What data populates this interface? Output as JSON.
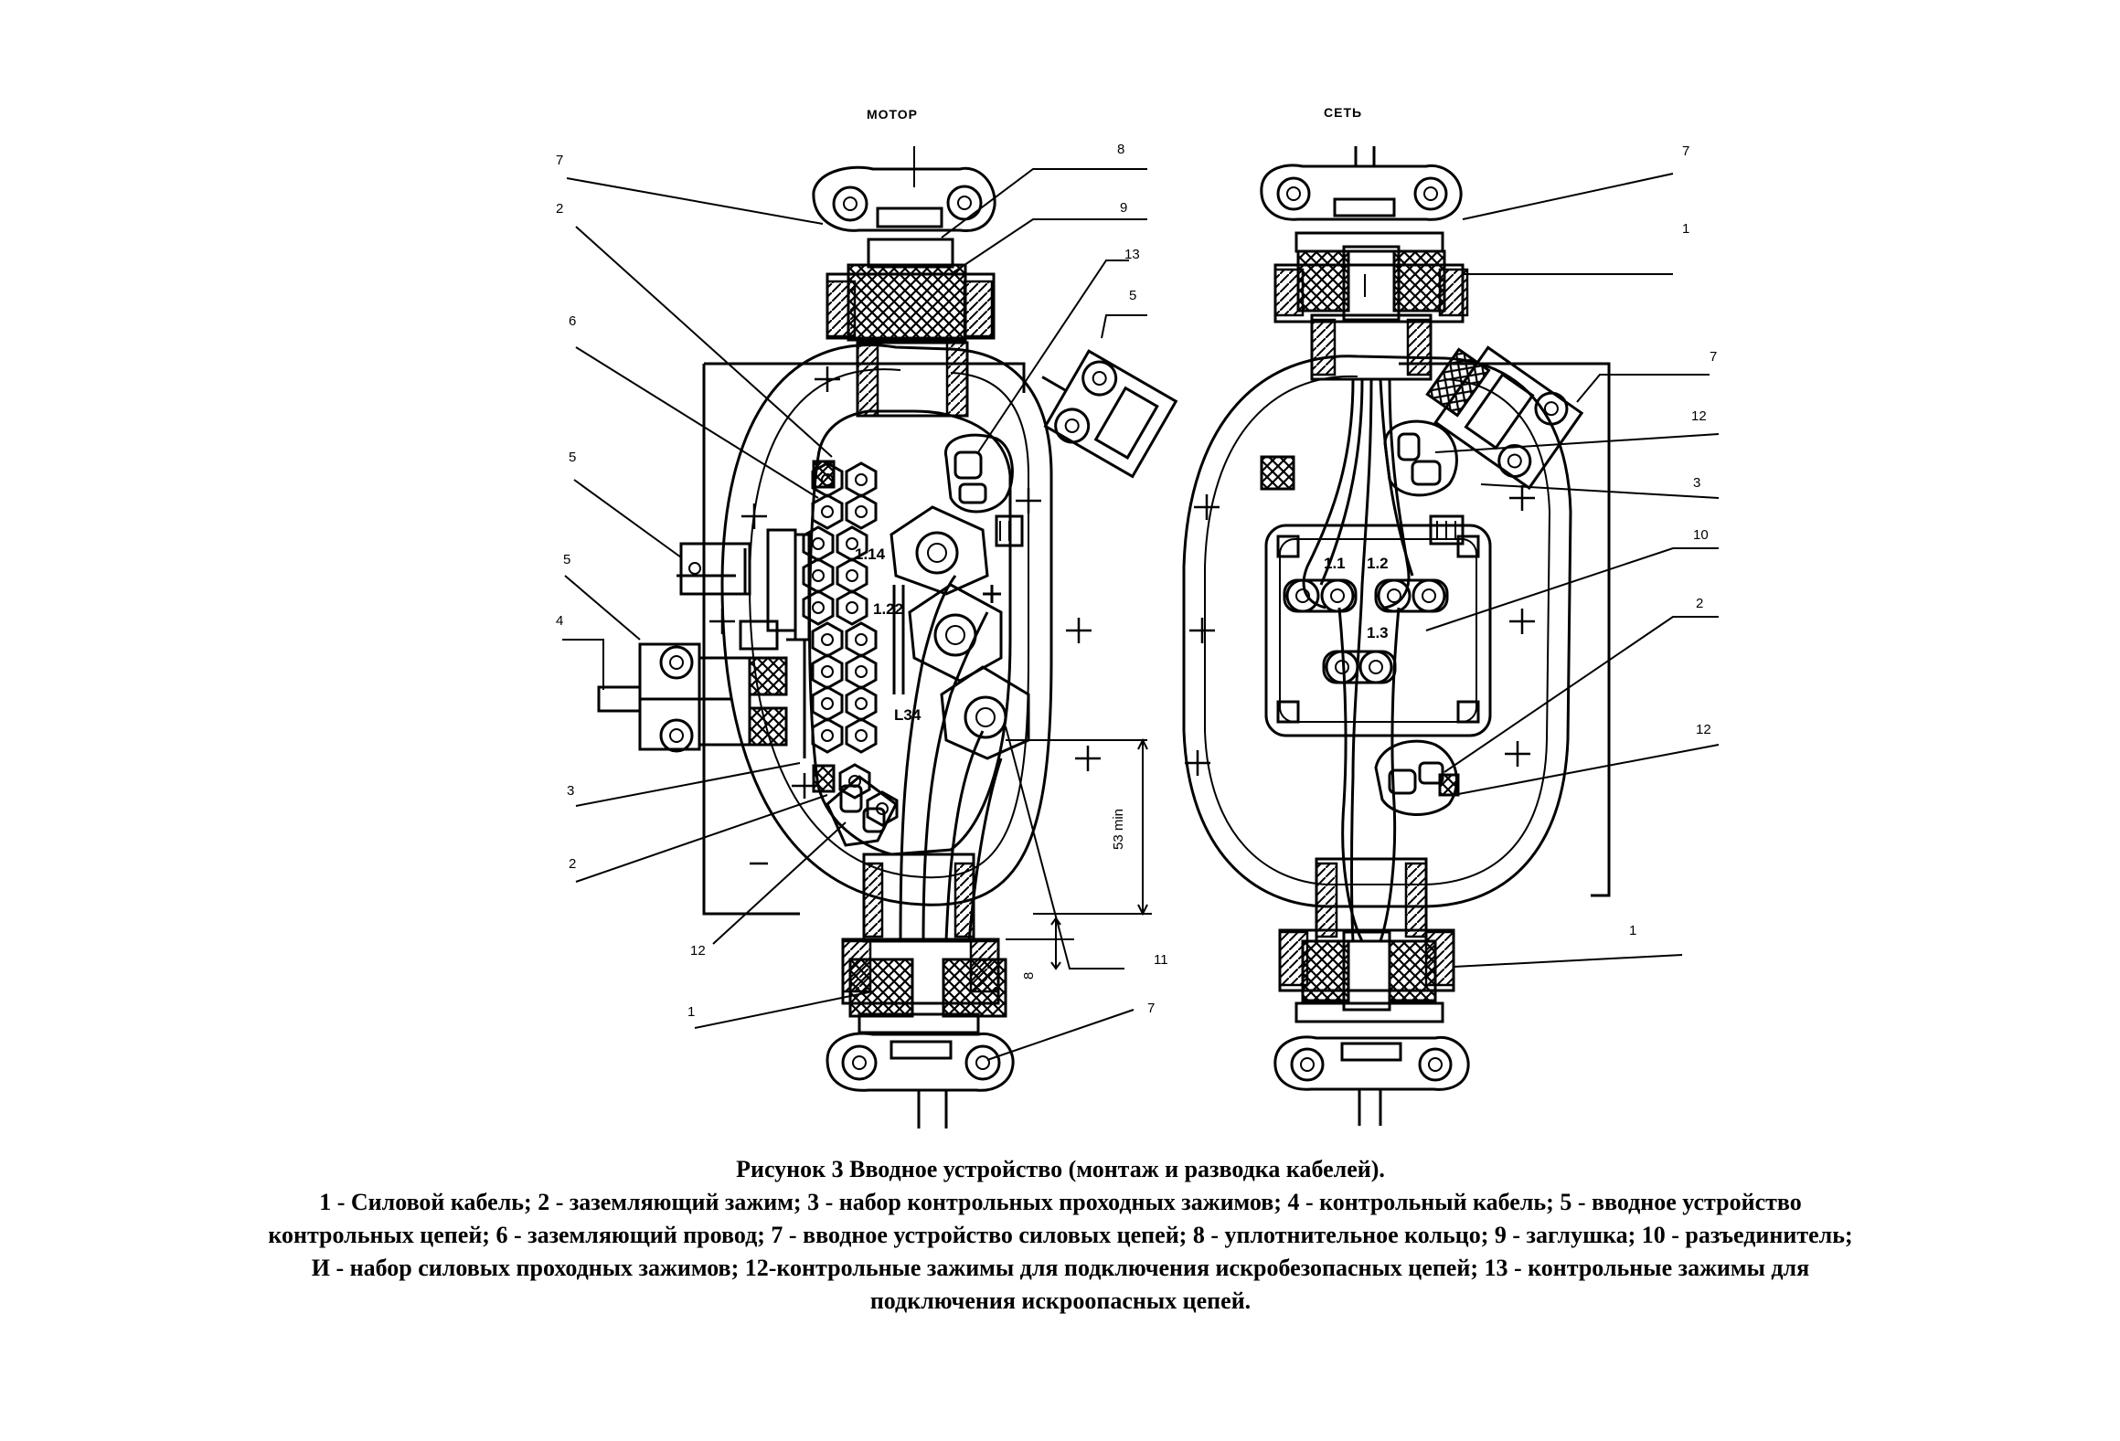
{
  "headings": {
    "motor": "МОТОР",
    "network": "СЕТЬ"
  },
  "left_labels": [
    "7",
    "2",
    "6",
    "5",
    "5",
    "4",
    "3",
    "2",
    "12",
    "1",
    "8",
    "9",
    "13",
    "5",
    "11",
    "7"
  ],
  "right_labels": [
    "7",
    "1",
    "7",
    "12",
    "3",
    "10",
    "2",
    "12",
    "1"
  ],
  "terminal_marks": {
    "l114": "1.14",
    "l122": "1.22",
    "l134": "L34",
    "r11": "1.1",
    "r12": "1.2",
    "r13": "1.3"
  },
  "dimensions": {
    "d53": "53 min",
    "d8": "8"
  },
  "caption": {
    "title": "Рисунок 3 Вводное устройство (монтаж и разводка кабелей).",
    "line1": "1 - Силовой кабель; 2 - заземляющий зажим; 3 - набор контрольных проходных зажимов; 4 - контрольный кабель; 5 - вводное устройство",
    "line2": "контрольных цепей; 6 - заземляющий провод; 7 - вводное устройство силовых цепей; 8 - уплотнительное кольцо; 9 - заглушка; 10 - разъединитель;",
    "line3": "И - набор силовых проходных зажимов; 12-контрольные зажимы для подключения искробезопасных цепей; 13 - контрольные зажимы для",
    "line4": "подключения искроопасных цепей."
  }
}
